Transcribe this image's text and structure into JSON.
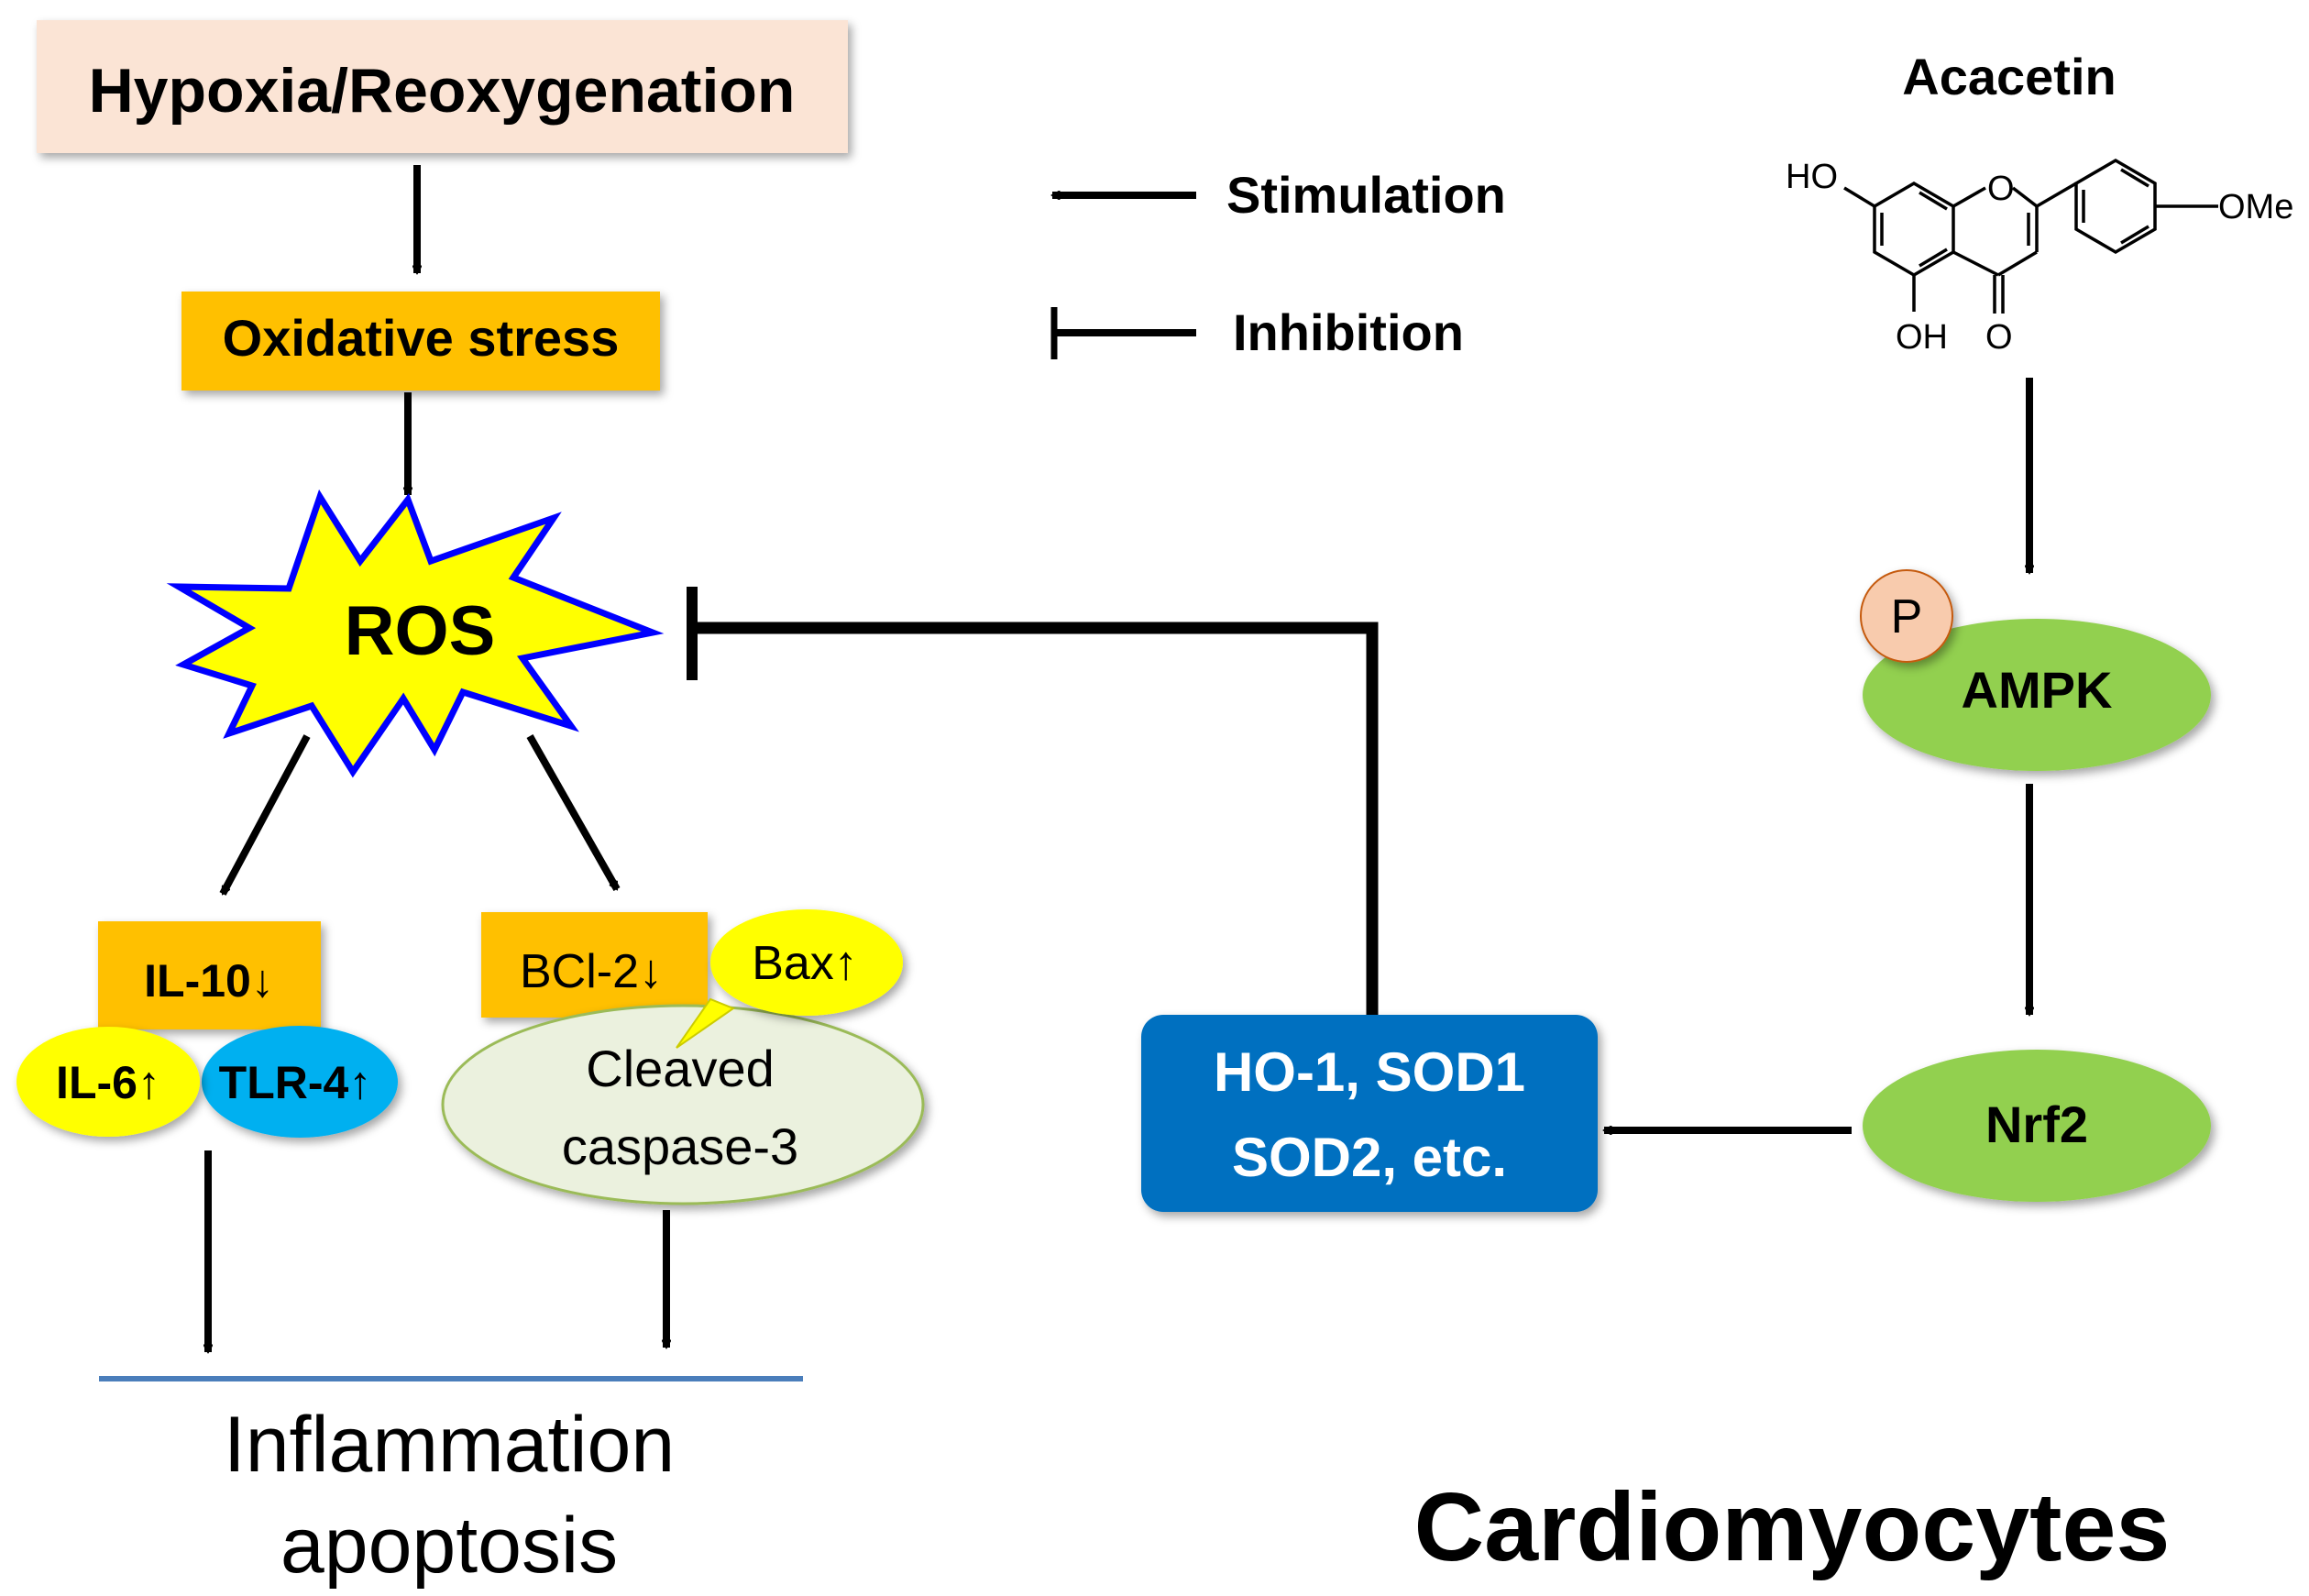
{
  "nodes": {
    "hypoxia": "Hypoxia/Reoxygenation",
    "oxidative_stress": "Oxidative stress",
    "ros": "ROS",
    "il10": "IL-10↓",
    "il6": "IL-6↑",
    "tlr4": "TLR-4↑",
    "bcl2": "BCl-2↓",
    "bax": "Bax↑",
    "cleaved_line1": "Cleaved",
    "cleaved_line2": "caspase-3",
    "outcome_line1": "Inflammation",
    "outcome_line2": "apoptosis",
    "acacetin": "Acacetin",
    "phospho": "P",
    "ampk": "AMPK",
    "nrf2": "Nrf2",
    "enzymes_line1": "HO-1, SOD1",
    "enzymes_line2": "SOD2, etc.",
    "cell_label": "Cardiomyocytes"
  },
  "legend": {
    "stimulation": "Stimulation",
    "inhibition": "Inhibition"
  },
  "molecule": {
    "ho": "HO",
    "oh": "OH",
    "o_ring": "O",
    "o_keto": "O",
    "ome": "OMe"
  },
  "colors": {
    "hypoxia_box": "#fbe4d5",
    "orange_box": "#ffc000",
    "ros_fill": "#ffff00",
    "ros_outline": "#0000ff",
    "yellow_ellipse": "#ffff00",
    "tlr4_ellipse": "#00b0f0",
    "cleaved_ellipse": "#ebf1de",
    "green_ellipse": "#92d050",
    "phospho_circle": "#f8cbad",
    "enzyme_box": "#0070c0",
    "outcome_line": "#4a7ebb"
  }
}
